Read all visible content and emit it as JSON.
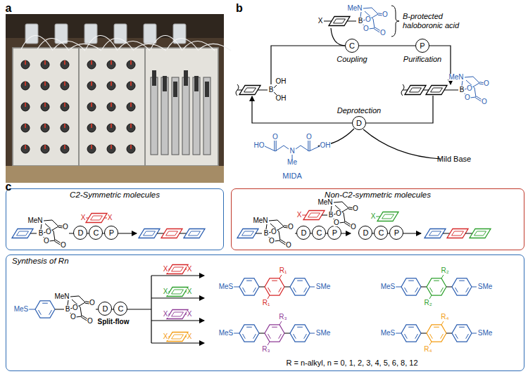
{
  "diagram": {
    "nodes": [
      {
        "text": [
          "C"
        ]
      },
      {
        "text": [
          "P"
        ]
      },
      {
        "text": [
          "D"
        ]
      },
      {
        "text": [
          "C2-Symmetric molecules"
        ]
      },
      {
        "text": [
          "D"
        ],
        "in": 3
      },
      {
        "text": [
          "C"
        ],
        "in": 3
      },
      {
        "text": [
          "P"
        ],
        "in": 3
      },
      {
        "text": [
          "Non-C2-symmetric molecules"
        ]
      },
      {
        "text": [
          "D"
        ],
        "in": 7
      },
      {
        "text": [
          "C"
        ],
        "in": 7
      },
      {
        "text": [
          "P"
        ],
        "in": 7
      },
      {
        "text": [
          "D"
        ],
        "in": 7
      },
      {
        "text": [
          "C"
        ],
        "in": 7
      },
      {
        "text": [
          "P"
        ],
        "in": 7
      },
      {
        "text": [
          "Synthesis of Rn"
        ]
      },
      {
        "text": [
          "D"
        ],
        "in": 14
      },
      {
        "text": [
          "C"
        ],
        "in": 14
      }
    ],
    "edges": [
      {
        "from": 0,
        "to": 1,
        "arrow": "none"
      }
    ],
    "labels": [
      "a",
      "b",
      "c",
      "X",
      "MeN",
      "B",
      "O",
      "O",
      "O",
      "O",
      "B-protected haloboronic acid",
      "Coupling",
      "Purification",
      "B",
      "OH",
      "OH",
      "MeN",
      "B",
      "O",
      "O",
      "O",
      "O",
      "Deprotection",
      "Mild Base",
      "HO",
      "O",
      "N",
      "Me",
      "O",
      "OH",
      "MIDA",
      "MeN",
      "B",
      "O",
      "O",
      "O",
      "O",
      "X",
      "X",
      "MeN",
      "B",
      "O",
      "O",
      "O",
      "O",
      "X",
      "MeN",
      "B",
      "O",
      "O",
      "O",
      "O",
      "X",
      "MeS",
      "MeN",
      "B",
      "O",
      "O",
      "O",
      "O",
      "Split-flow",
      "X",
      "X",
      "X",
      "X",
      "X",
      "X",
      "X",
      "X",
      "MeS",
      "R₁",
      "R₁",
      "SMe",
      "MeS",
      "R₂",
      "R₂",
      "SMe",
      "MeS",
      "R₃",
      "R₃",
      "SMe",
      "MeS",
      "R₄",
      "R₄",
      "SMe",
      "R = n-alkyl, n = 0, 1, 2, 3, 4, 5, 6, 8, 12"
    ]
  }
}
